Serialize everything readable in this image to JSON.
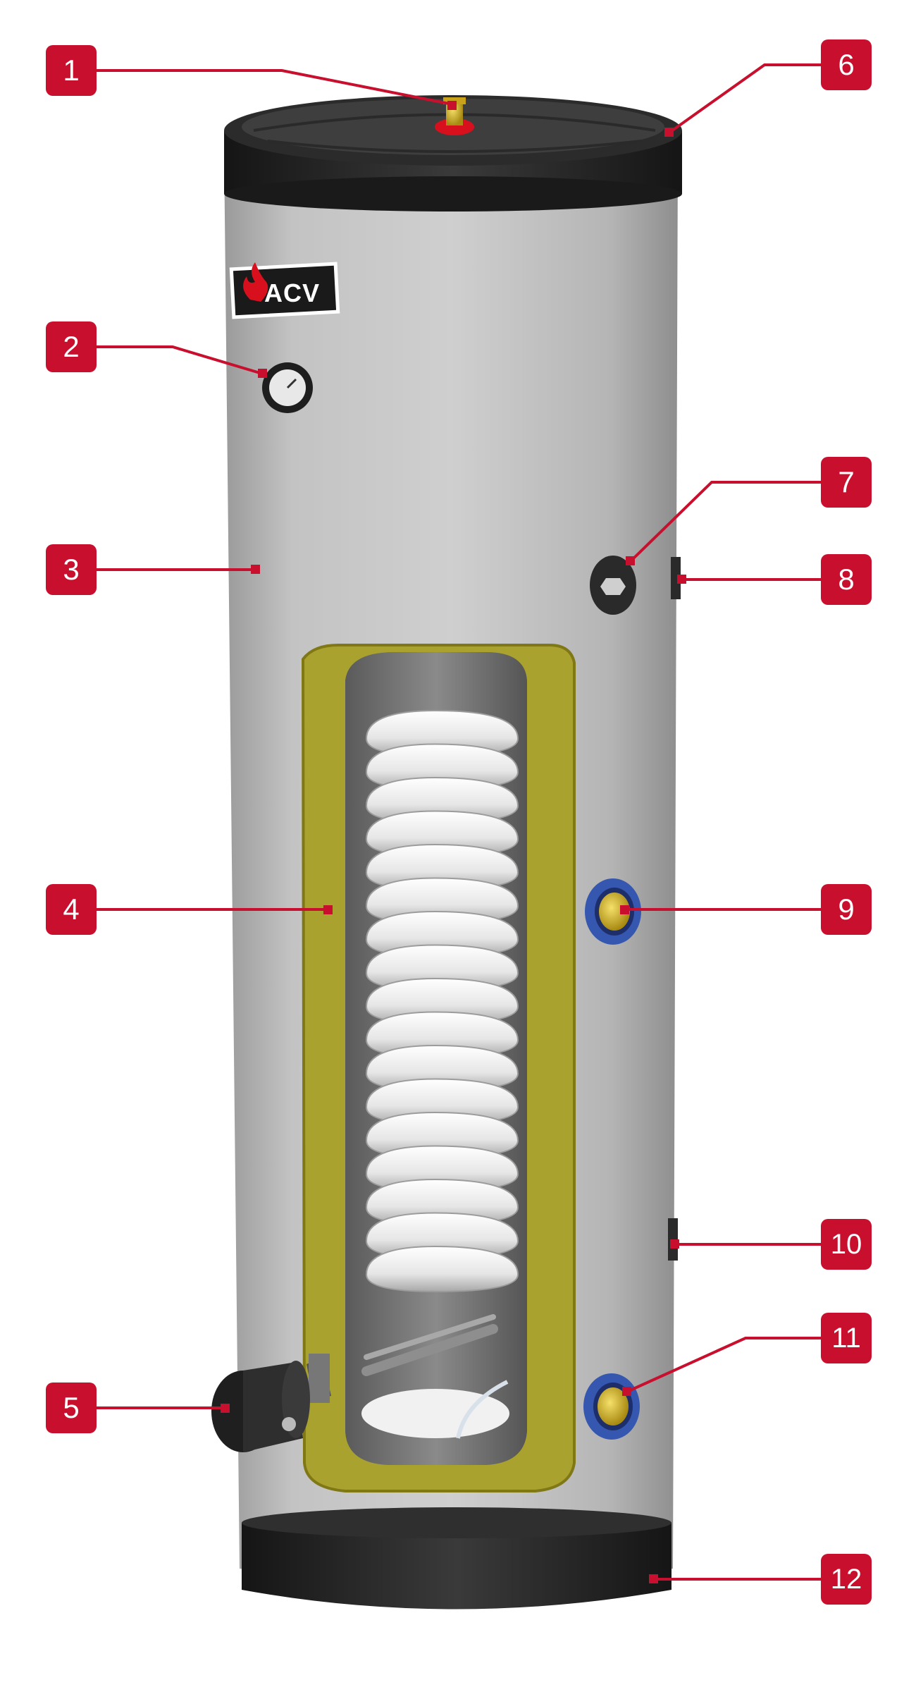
{
  "brand": {
    "name": "ACV"
  },
  "colors": {
    "accent": "#c8102e",
    "insulation": "#a9a02d",
    "casing": "#b8b8b8",
    "dark": "#1e1e1e"
  },
  "callouts": [
    {
      "number": "1"
    },
    {
      "number": "2"
    },
    {
      "number": "3"
    },
    {
      "number": "4"
    },
    {
      "number": "5"
    },
    {
      "number": "6"
    },
    {
      "number": "7"
    },
    {
      "number": "8"
    },
    {
      "number": "9"
    },
    {
      "number": "10"
    },
    {
      "number": "11"
    },
    {
      "number": "12"
    }
  ]
}
